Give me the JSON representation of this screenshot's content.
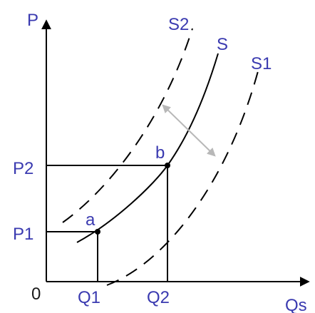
{
  "diagram": {
    "axes": {
      "y_label": "P",
      "x_label": "Qs",
      "origin_label": "0"
    },
    "curves": {
      "s": {
        "label": "S",
        "style": "solid"
      },
      "s1": {
        "label": "S1",
        "style": "dashed"
      },
      "s2": {
        "label": "S2",
        "style": "dashed"
      }
    },
    "points": {
      "a": {
        "label": "a",
        "price_label": "P1",
        "quantity_label": "Q1"
      },
      "b": {
        "label": "b",
        "price_label": "P2",
        "quantity_label": "Q2"
      }
    },
    "shift_arrow": {
      "style": "double-headed",
      "color": "#b8b8b8"
    },
    "colors": {
      "axis": "#000000",
      "curve": "#000000",
      "text": "#3a3ab0",
      "arrow": "#b8b8b8"
    }
  }
}
